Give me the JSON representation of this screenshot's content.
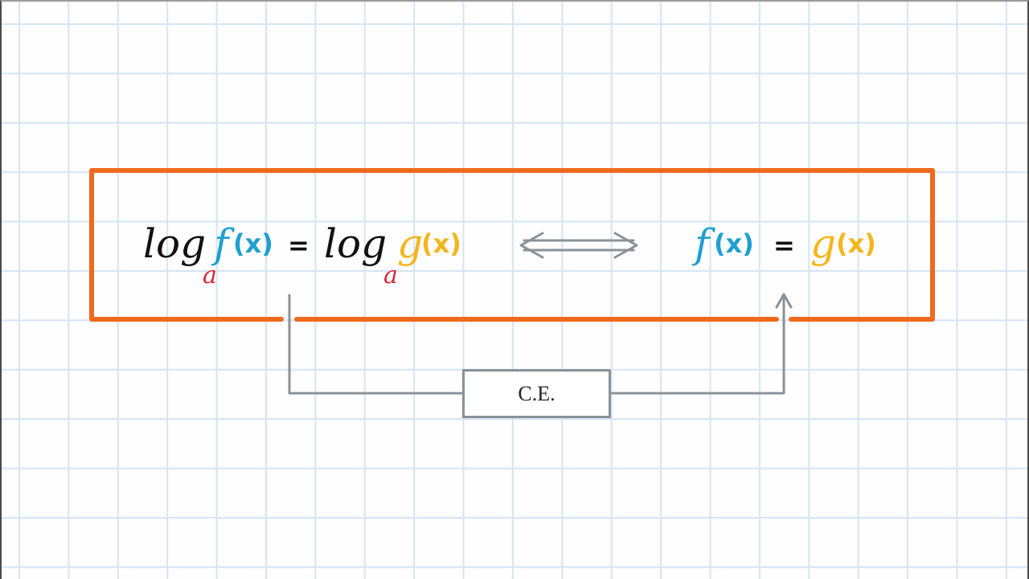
{
  "colors": {
    "frame": "#f06a1e",
    "f_blue": "#1ea0d0",
    "g_yellow": "#f5b51e",
    "base_red": "#d9283a",
    "ink": "#111111",
    "connector_gray": "#8a9298",
    "grid": "#d4e5f4"
  },
  "equation_left": {
    "log1": "log",
    "base1": "a",
    "f": "f",
    "fx": "(x)",
    "equals": "=",
    "log2": "log",
    "base2": "a",
    "g": "g",
    "gx": "(x)"
  },
  "equivalence_symbol": "⟺",
  "equation_right": {
    "f": "f",
    "fx": "(x)",
    "equals": "=",
    "g": "g",
    "gx": "(x)"
  },
  "condition_box": {
    "label": "C.E."
  }
}
